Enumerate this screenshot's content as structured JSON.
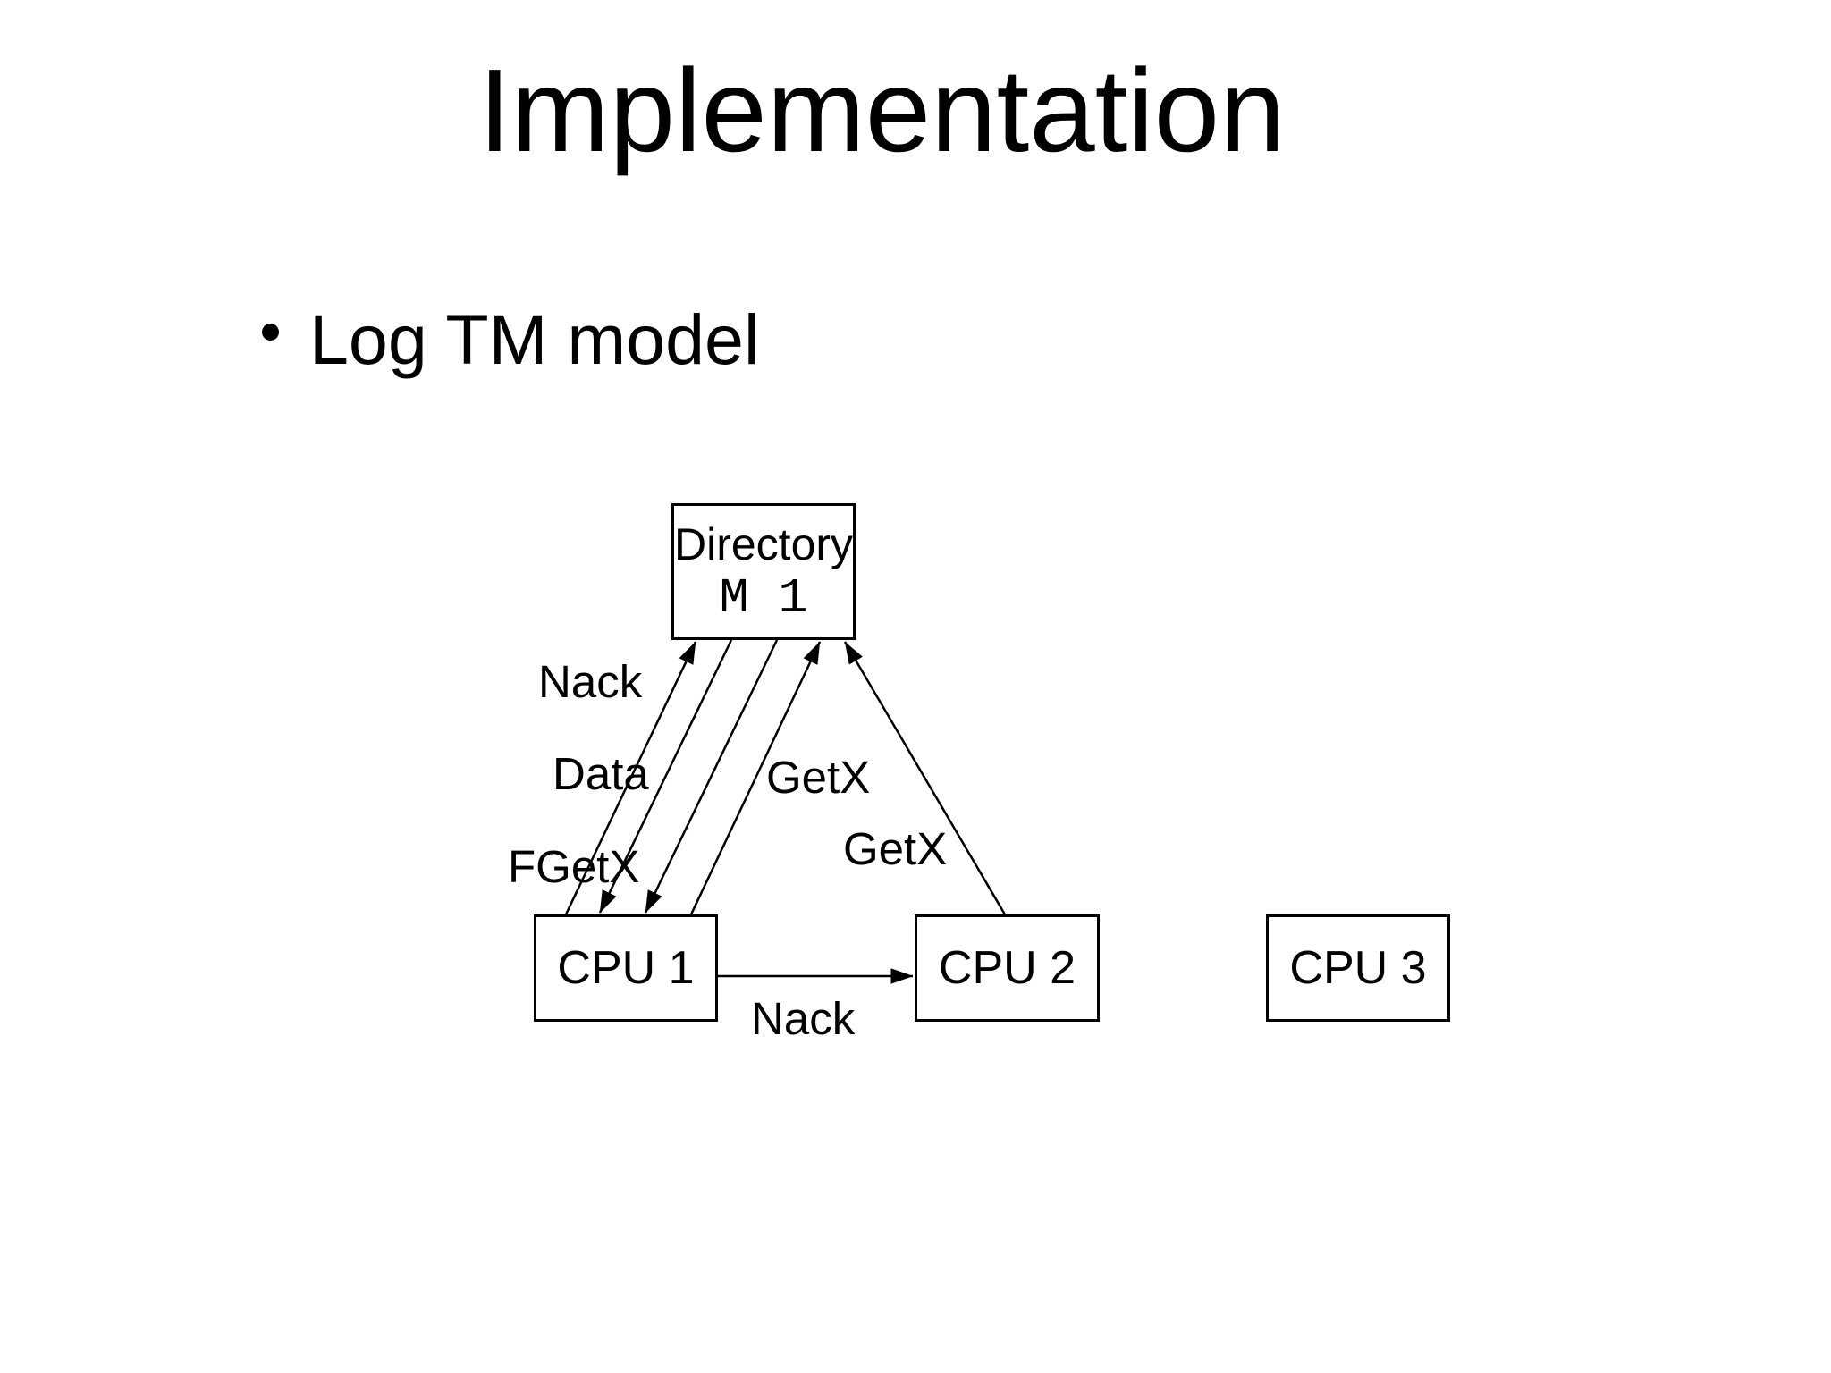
{
  "slide": {
    "title": "Implementation",
    "bullet": "Log TM model"
  },
  "diagram": {
    "nodes": {
      "directory": {
        "label": "Directory",
        "state": "M 1"
      },
      "cpu1": {
        "label": "CPU 1"
      },
      "cpu2": {
        "label": "CPU 2"
      },
      "cpu3": {
        "label": "CPU 3"
      }
    },
    "edges": [
      {
        "from": "CPU 1",
        "to": "Directory",
        "label": "FGetX",
        "direction": "up"
      },
      {
        "from": "Directory",
        "to": "CPU 1",
        "label": "Nack",
        "direction": "down"
      },
      {
        "from": "Directory",
        "to": "CPU 1",
        "label": "Data",
        "direction": "down"
      },
      {
        "from": "CPU 1",
        "to": "Directory",
        "label": "GetX",
        "direction": "up"
      },
      {
        "from": "CPU 2",
        "to": "Directory",
        "label": "GetX",
        "direction": "up"
      },
      {
        "from": "CPU 1",
        "to": "CPU 2",
        "label": "Nack",
        "direction": "right"
      }
    ],
    "colors": {
      "ink": "#000000",
      "background": "#ffffff"
    }
  }
}
